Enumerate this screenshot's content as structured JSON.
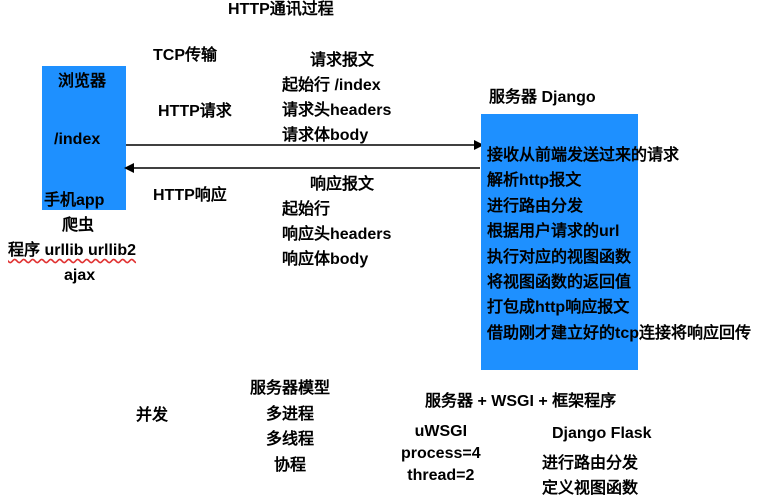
{
  "title": "HTTP通讯过程",
  "browser": {
    "label": "浏览器",
    "path": "/index",
    "below": [
      "手机app",
      "爬虫",
      "程序 urllib  urllib2",
      "ajax"
    ]
  },
  "labels": {
    "tcp": "TCP传输",
    "http_request": "HTTP请求",
    "http_response": "HTTP响应"
  },
  "request_message": [
    "请求报文",
    "起始行 /index",
    "请求头headers",
    "请求体body"
  ],
  "response_message": [
    "响应报文",
    "起始行",
    "响应头headers",
    "响应体body"
  ],
  "server": {
    "title": "服务器 Django",
    "steps": [
      "接收从前端发送过来的请求",
      "解析http报文",
      "进行路由分发",
      "根据用户请求的url",
      "执行对应的视图函数",
      "将视图函数的返回值",
      "打包成http响应报文",
      "借助刚才建立好的tcp连接将响应回传"
    ]
  },
  "concurrency": "并发",
  "server_model": [
    "服务器模型",
    "多进程",
    "多线程",
    "协程"
  ],
  "stack": {
    "title": "服务器 + WSGI + 框架程序",
    "uwsgi": [
      "uWSGI",
      "process=4",
      "thread=2"
    ],
    "frameworks": "Django  Flask",
    "framework_items": [
      "进行路由分发",
      "定义视图函数"
    ]
  },
  "colors": {
    "box": "#1e90ff",
    "underline": "#e03030"
  }
}
